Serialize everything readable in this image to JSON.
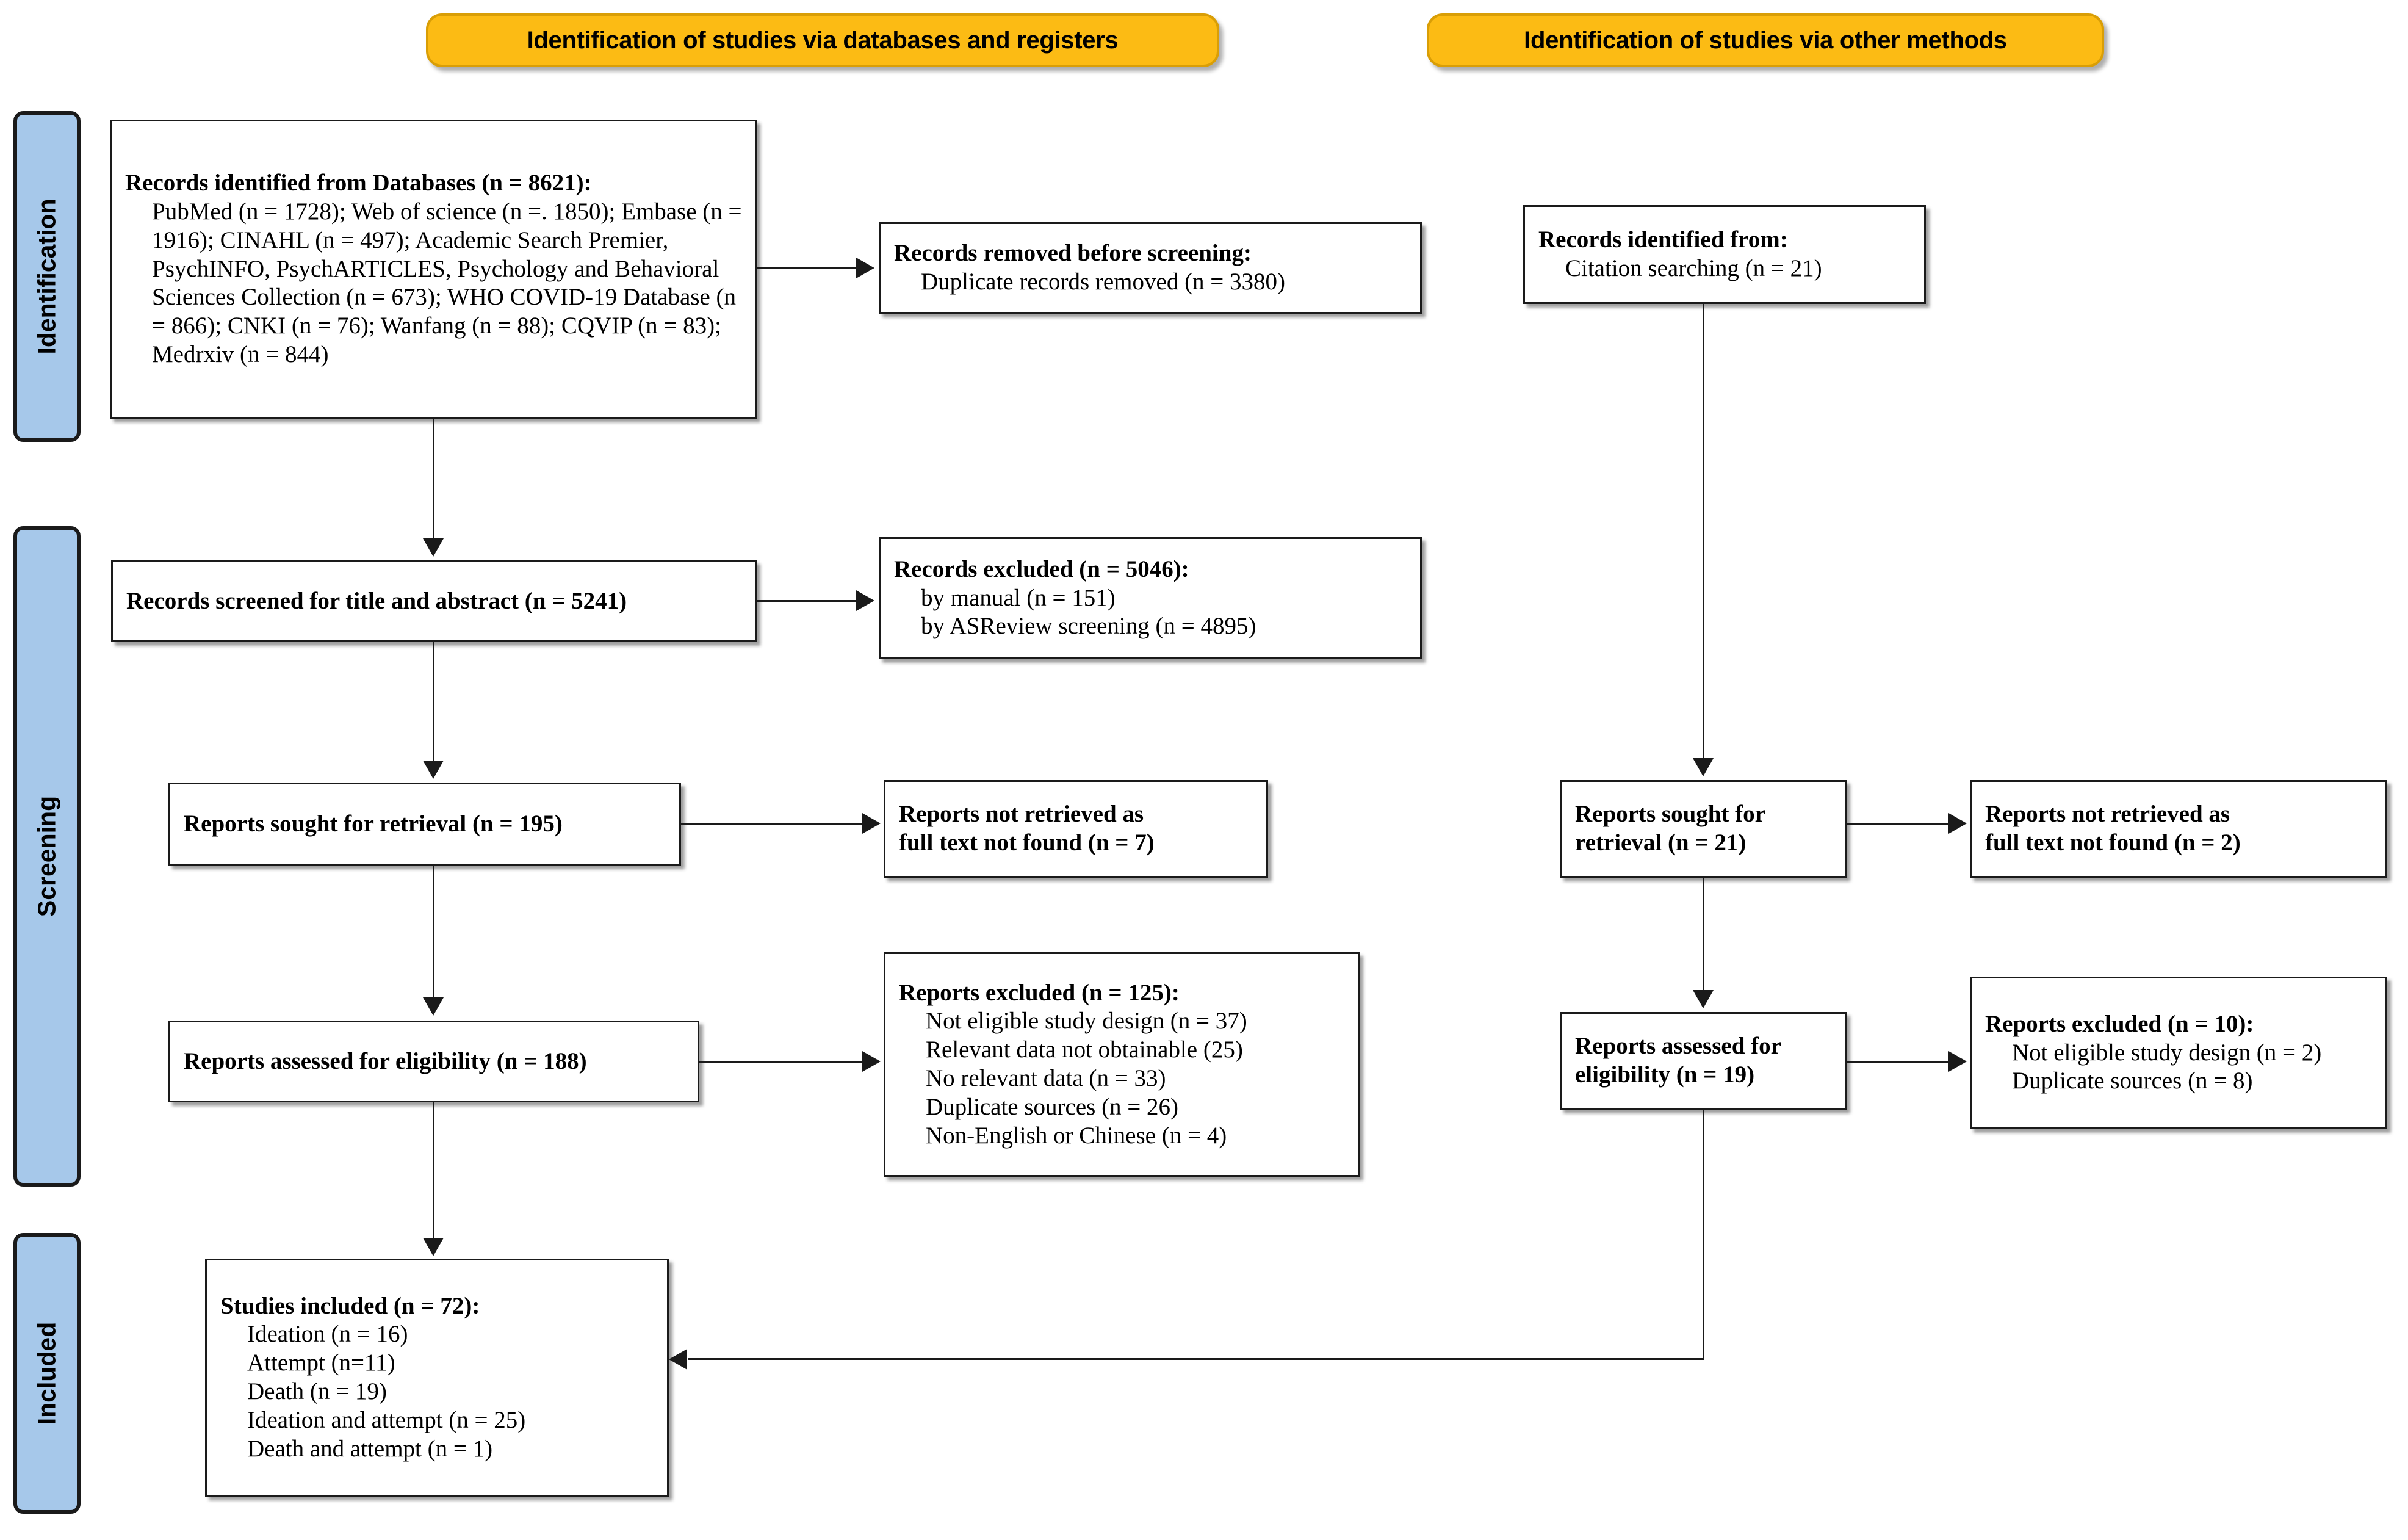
{
  "colors": {
    "header_fill": "#FCBB14",
    "stage_bar_fill": "#A6C8EA",
    "box_border": "#1A1A1A",
    "page_background": "#FFFFFF"
  },
  "headers": {
    "databases": "Identification of studies via databases and registers",
    "other_methods": "Identification of studies via other methods"
  },
  "stage_bars": [
    {
      "label": "Identification"
    },
    {
      "label": "Screening"
    },
    {
      "label": "Included"
    }
  ],
  "left_column": {
    "records_identified": {
      "title": "Records identified from Databases (n = 8621):",
      "detail": "PubMed (n = 1728); Web of science (n =. 1850); Embase (n = 1916); CINAHL (n = 497); Academic Search Premier, PsychINFO, PsychARTICLES, Psychology and Behavioral Sciences Collection (n = 673); WHO COVID-19 Database (n = 866); CNKI (n = 76); Wanfang (n = 88); CQVIP (n = 83); Medrxiv (n = 844)"
    },
    "records_removed": {
      "title": "Records removed before screening:",
      "items": [
        "Duplicate records removed (n = 3380)"
      ]
    },
    "records_screened": {
      "title": "Records screened for title and abstract (n = 5241)"
    },
    "records_excluded": {
      "title": "Records excluded (n = 5046):",
      "items": [
        "by manual (n = 151)",
        "by ASReview screening (n = 4895)"
      ]
    },
    "reports_sought": {
      "title": "Reports sought for retrieval (n = 195)"
    },
    "reports_not_retrieved": {
      "title": "Reports not retrieved as\nfull text not found (n = 7)"
    },
    "reports_assessed": {
      "title": "Reports assessed for eligibility (n = 188)"
    },
    "reports_excluded": {
      "title": "Reports excluded (n = 125):",
      "items": [
        "Not eligible study design (n = 37)",
        "Relevant data not obtainable (25)",
        "No relevant data (n = 33)",
        "Duplicate sources (n = 26)",
        "Non-English or Chinese (n = 4)"
      ]
    },
    "studies_included": {
      "title": "Studies included (n = 72):",
      "items": [
        "Ideation (n = 16)",
        "Attempt (n=11)",
        "Death (n = 19)",
        "Ideation and attempt (n = 25)",
        "Death and attempt (n = 1)"
      ]
    }
  },
  "right_column": {
    "records_identified": {
      "title": "Records identified from:",
      "items": [
        "Citation searching (n = 21)"
      ]
    },
    "reports_sought": {
      "title": "Reports sought for\nretrieval (n = 21)"
    },
    "reports_not_retrieved": {
      "title": "Reports not retrieved as\nfull text not found (n = 2)"
    },
    "reports_assessed": {
      "title": "Reports assessed for\neligibility (n = 19)"
    },
    "reports_excluded": {
      "title": "Reports excluded (n = 10):",
      "items": [
        "Not eligible study design (n = 2)",
        "Duplicate sources (n = 8)"
      ]
    }
  }
}
